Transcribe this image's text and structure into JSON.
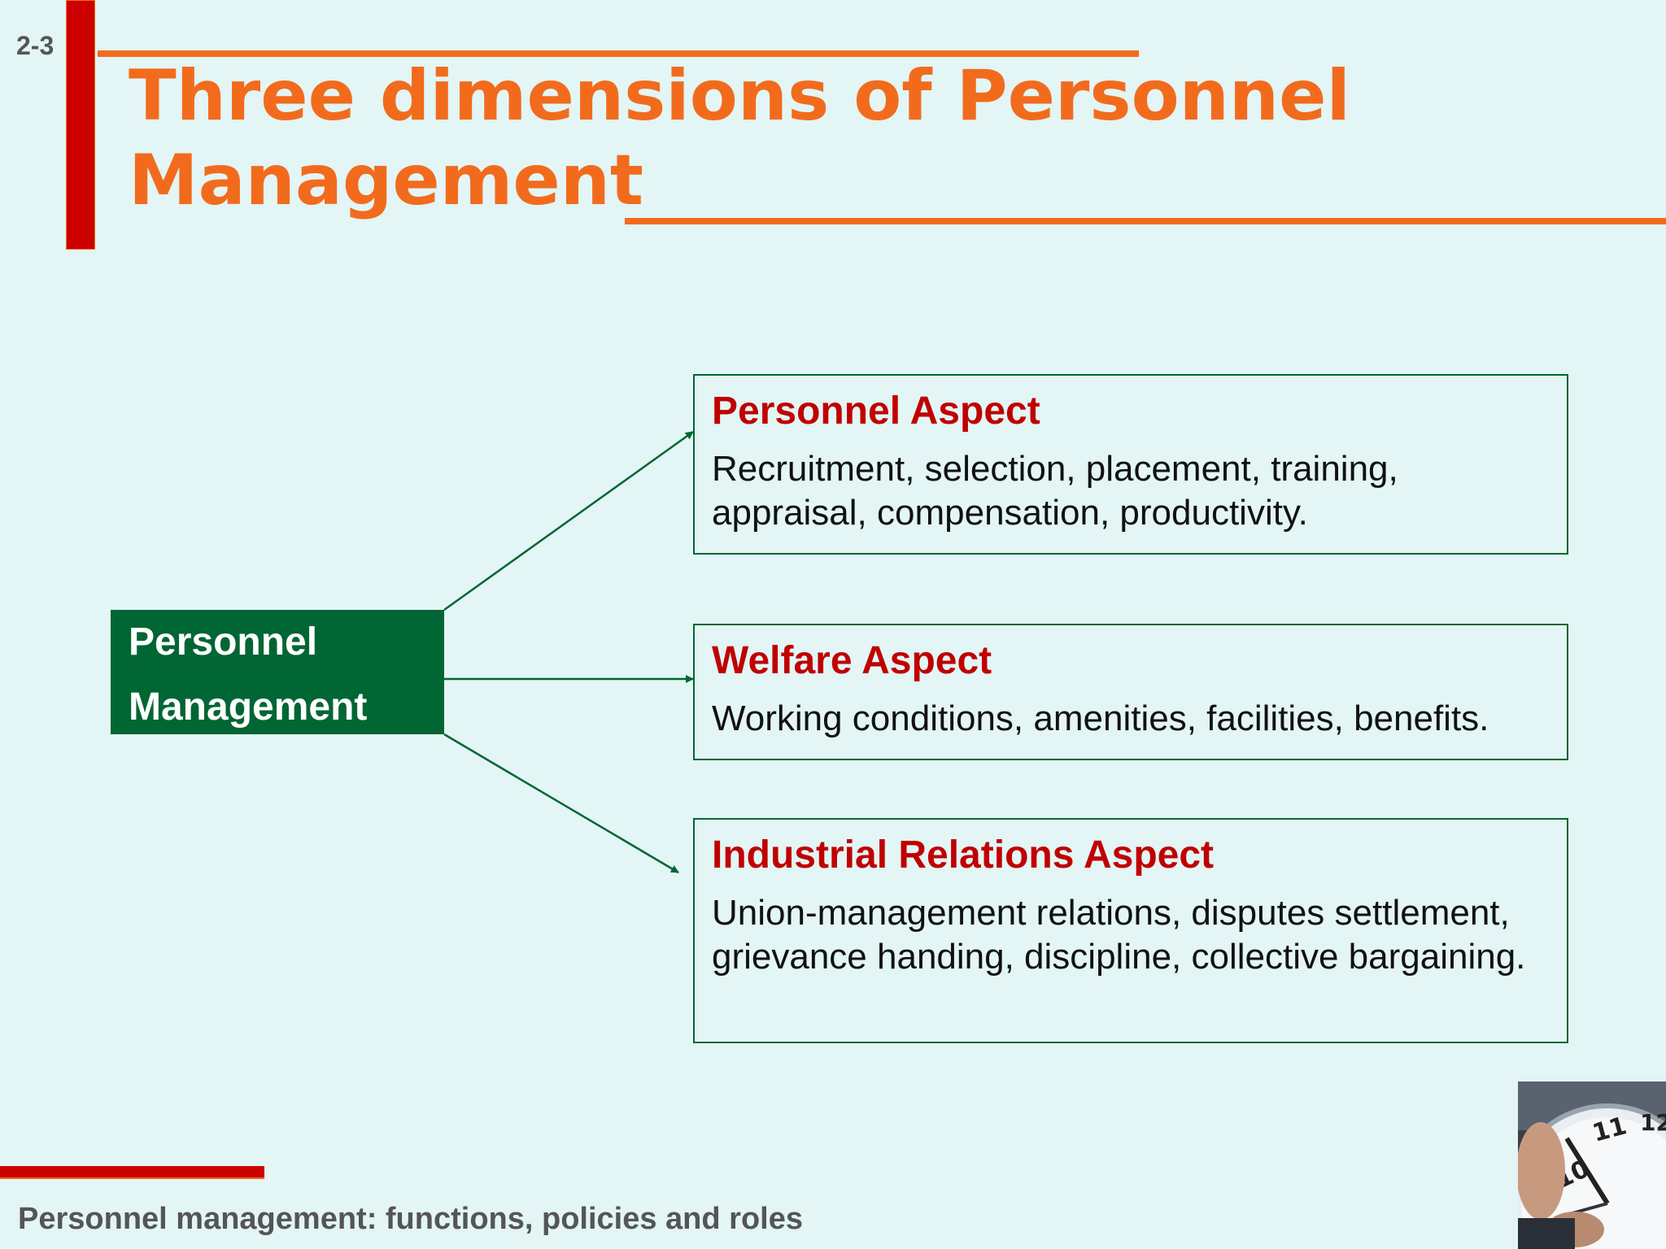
{
  "slide": {
    "number": "2-3",
    "title_lines": [
      "Three dimensions of Personnel",
      "Management"
    ],
    "footer": "Personnel management: functions, policies and roles"
  },
  "diagram": {
    "source_lines": [
      "Personnel",
      "Management"
    ],
    "aspects": [
      {
        "title": "Personnel Aspect",
        "description_lines": [
          "Recruitment, selection, placement, training,",
          "appraisal, compensation, productivity."
        ]
      },
      {
        "title": "Welfare Aspect",
        "description_lines": [
          "Working conditions, amenities, facilities, benefits."
        ]
      },
      {
        "title": "Industrial Relations Aspect",
        "description_lines": [
          "Union-management relations, disputes settlement,",
          "grievance handing, discipline, collective bargaining."
        ]
      }
    ]
  },
  "colors": {
    "background": "#e3f5f5",
    "title": "#f26b1d",
    "accent_red": "#cc0000",
    "source_box": "#006633",
    "aspect_title": "#c00000",
    "text": "#111111",
    "muted": "#555555"
  },
  "icons": {
    "corner_photo": "clock-photo"
  }
}
